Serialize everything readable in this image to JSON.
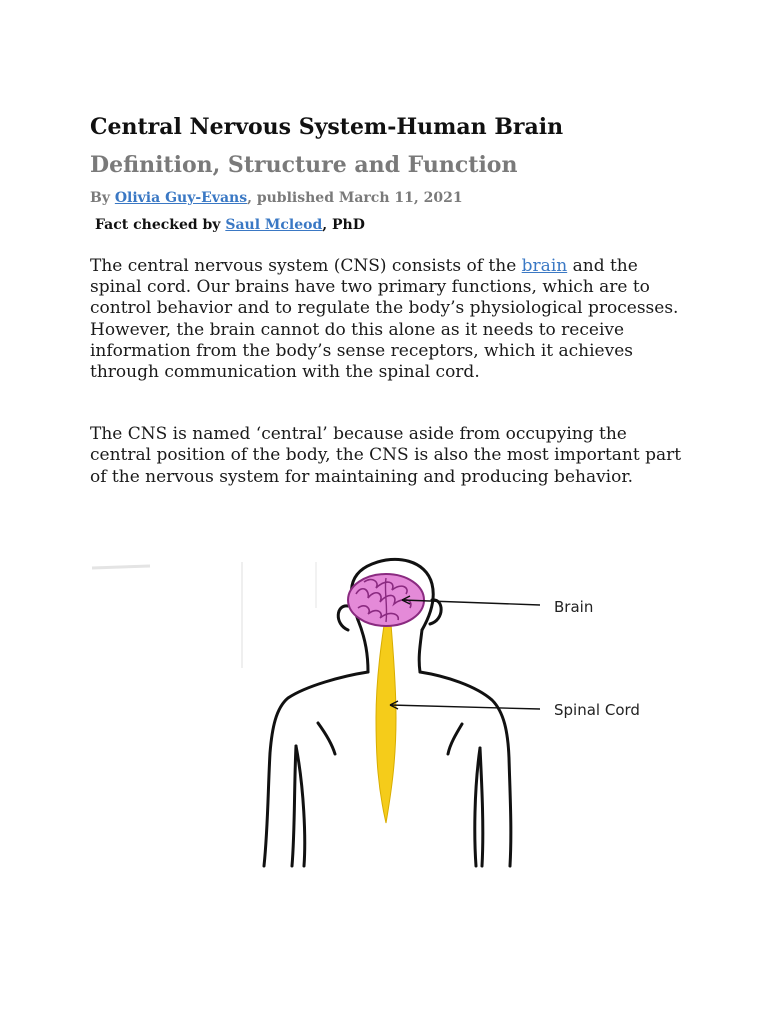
{
  "article": {
    "title": "Central Nervous System-Human Brain",
    "subtitle": "Definition, Structure and Function",
    "byline": {
      "by": "By ",
      "author": "Olivia Guy-Evans",
      "published": ", published March 11, 2021"
    },
    "factcheck": {
      "prefix": "Fact checked by ",
      "reviewer": "Saul Mcleod",
      "suffix": ", PhD"
    },
    "paragraph1": {
      "before_link": "The central nervous system (CNS) consists of the ",
      "link": "brain",
      "after_link": " and the spinal cord. Our brains have two primary functions, which are to control behavior and to regulate the body’s physiological processes. However, the brain cannot do this alone as it needs to receive information from the body’s sense receptors, which it achieves through communication with the spinal cord."
    },
    "paragraph2": "The CNS is named ‘central’ because aside from occupying the central position of the body, the CNS is also the most important part of the nervous system for maintaining and producing behavior."
  },
  "figure": {
    "labels": {
      "brain": "Brain",
      "spinal_cord": "Spinal Cord"
    },
    "colors": {
      "brain": "#e48ad8",
      "brain_outline": "#8a2a80",
      "spinal_cord": "#f5cc1a",
      "outline": "#111111"
    }
  },
  "colors": {
    "link": "#3a78c4",
    "subtitle": "#7a7a7a"
  }
}
